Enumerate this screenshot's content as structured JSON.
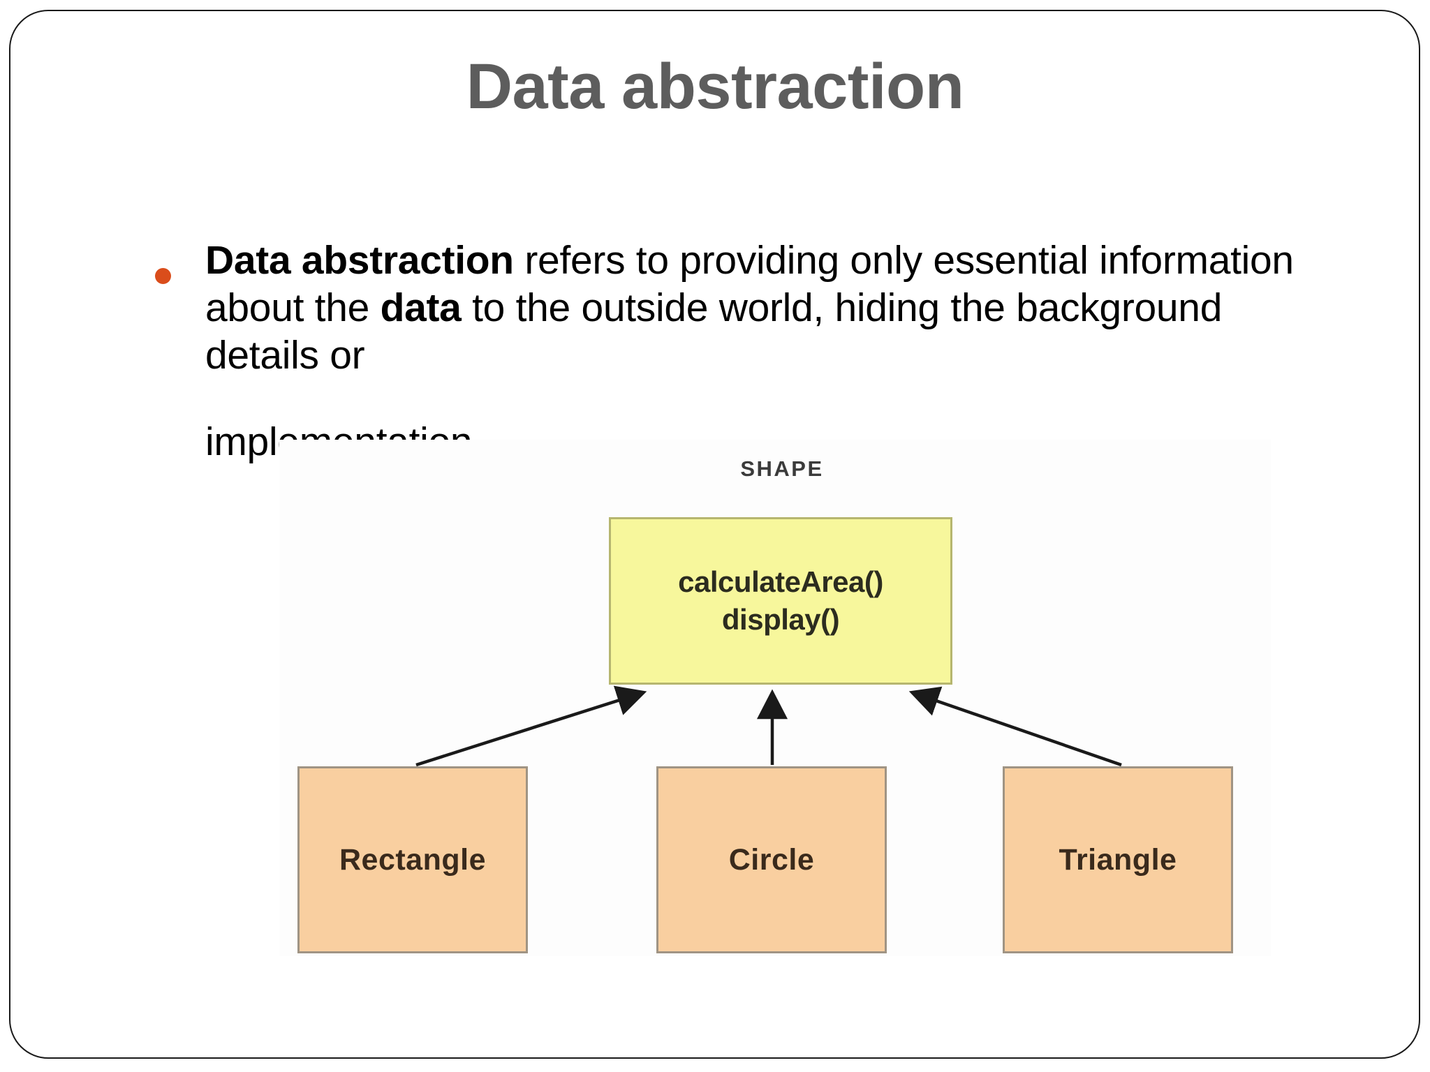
{
  "slide": {
    "title": "Data abstraction",
    "title_color": "#5d5d5d",
    "background_color": "#ffffff",
    "border_color": "#1a1a1a"
  },
  "bullets": [
    {
      "marker": "bullet-dot",
      "marker_color": "#da4d1b",
      "runs": [
        {
          "text": "Data abstraction",
          "bold": true
        },
        {
          "text": " refers to providing only essential information about the ",
          "bold": false
        },
        {
          "text": "data",
          "bold": true
        },
        {
          "text": " to the outside world, hiding the background details or ",
          "bold": false
        }
      ],
      "line1": "Data abstraction refers to providing only",
      "line2": "essential information about the data to the",
      "line3": "outside world, hiding the background details or",
      "line4": "implementation"
    }
  ],
  "diagram": {
    "type": "class-hierarchy",
    "root_label": "SHAPE",
    "root_label_color": "#3b3b3b",
    "root_box": {
      "fill": "#f7f79c",
      "border": "#b6b66f",
      "methods": [
        "calculateArea()",
        "display()"
      ]
    },
    "children": [
      {
        "label": "Rectangle",
        "fill": "#f9cfa0",
        "border": "#a09484"
      },
      {
        "label": "Circle",
        "fill": "#f9cfa0",
        "border": "#a09484"
      },
      {
        "label": "Triangle",
        "fill": "#f9cfa0",
        "border": "#a09484"
      }
    ],
    "arrow_color": "#1a1a1a",
    "arrow_direction": "child-to-parent"
  }
}
